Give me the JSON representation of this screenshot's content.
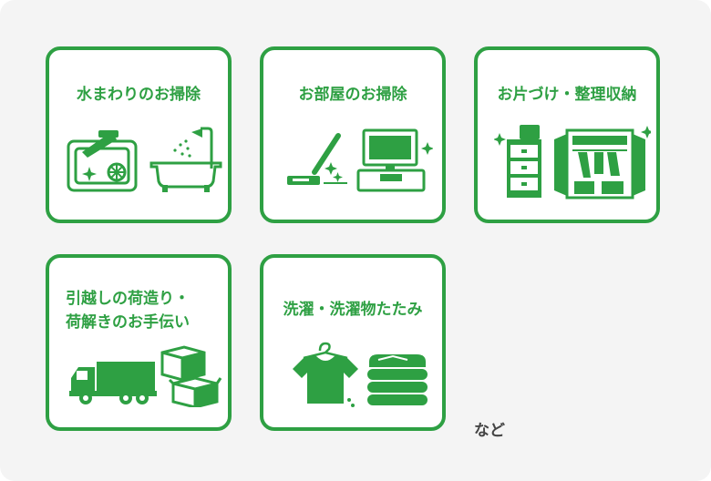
{
  "colors": {
    "accent": "#2ea043",
    "panel": "#f4f4f4",
    "text_dark": "#444444"
  },
  "services": [
    {
      "title": "水まわりのお掃除",
      "icons": [
        "kitchen-sink-icon",
        "bathtub-shower-icon"
      ]
    },
    {
      "title": "お部屋のお掃除",
      "icons": [
        "vacuum-cleaner-icon",
        "tv-stand-icon"
      ]
    },
    {
      "title": "お片づけ・整理収納",
      "icons": [
        "drawer-chest-icon",
        "open-closet-icon"
      ]
    },
    {
      "title_lines": [
        "引越しの荷造り・",
        "荷解きのお手伝い"
      ],
      "icons": [
        "moving-truck-icon",
        "cardboard-boxes-icon"
      ]
    },
    {
      "title": "洗濯・洗濯物たたみ",
      "icons": [
        "shirt-on-hanger-icon",
        "folded-laundry-icon"
      ]
    }
  ],
  "footer_note": "など"
}
